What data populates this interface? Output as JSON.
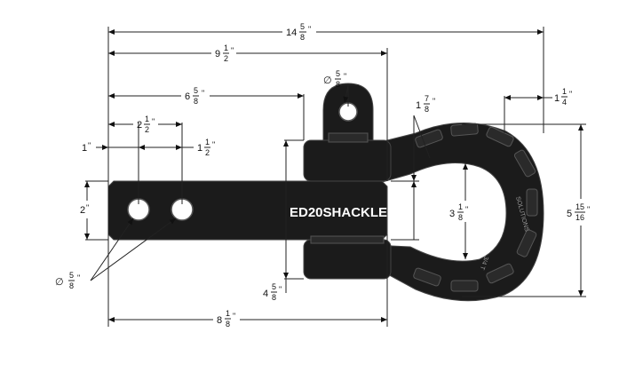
{
  "part": {
    "label": "ED20SHACKLE",
    "stamp_text": "SOLUTIONS",
    "stamp_small": "3/4 T"
  },
  "dimensions": {
    "overall_length": {
      "whole": "14",
      "num": "5",
      "den": "8",
      "unit": "\""
    },
    "pin_center": {
      "whole": "9",
      "num": "1",
      "den": "2",
      "unit": "\""
    },
    "shackle_start": {
      "whole": "6",
      "num": "5",
      "den": "8",
      "unit": "\""
    },
    "hole_spacing_outer": {
      "whole": "2",
      "num": "1",
      "den": "2",
      "unit": "\""
    },
    "first_hole": {
      "whole": "1",
      "num": "",
      "den": "",
      "unit": "\""
    },
    "second_hole": {
      "whole": "1",
      "num": "1",
      "den": "2",
      "unit": "\""
    },
    "receiver_height": {
      "whole": "2",
      "num": "",
      "den": "",
      "unit": "\""
    },
    "hole_diameter": {
      "prefix": "∅",
      "whole": "",
      "num": "5",
      "den": "8",
      "unit": "\""
    },
    "pin_diameter": {
      "prefix": "∅",
      "whole": "",
      "num": "5",
      "den": "8",
      "unit": "\""
    },
    "body_width": {
      "whole": "1",
      "num": "7",
      "den": "8",
      "unit": "\""
    },
    "bow_thickness": {
      "whole": "1",
      "num": "1",
      "den": "4",
      "unit": "\""
    },
    "inner_opening": {
      "whole": "3",
      "num": "1",
      "den": "8",
      "unit": "\""
    },
    "outer_height": {
      "whole": "5",
      "num": "15",
      "den": "16",
      "unit": "\""
    },
    "bottom_offset": {
      "whole": "4",
      "num": "5",
      "den": "8",
      "unit": "\""
    },
    "bottom_length": {
      "whole": "8",
      "num": "1",
      "den": "8",
      "unit": "\""
    }
  },
  "colors": {
    "part_fill": "#1b1b1b",
    "line": "#222222",
    "background": "#ffffff"
  }
}
